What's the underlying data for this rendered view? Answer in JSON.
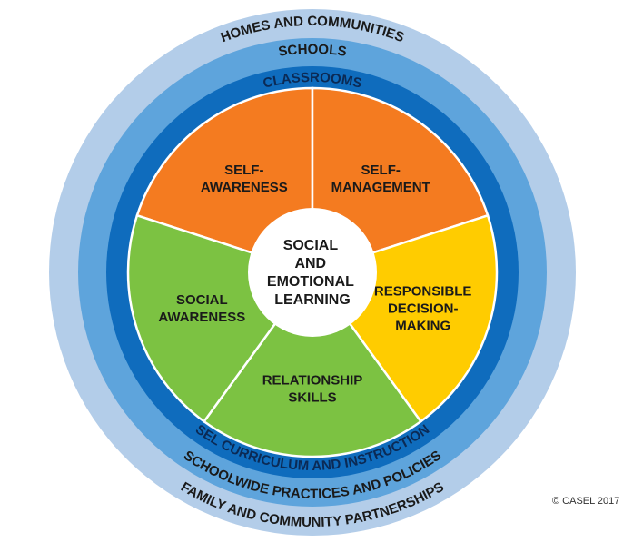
{
  "colors": {
    "outer_ring": "#b3cde9",
    "middle_ring": "#5ea4dc",
    "inner_ring": "#0f6cbd",
    "self_awareness": "#f47b20",
    "self_management": "#f47b20",
    "responsible_decision_making": "#ffcc00",
    "relationship_skills": "#7cc242",
    "social_awareness": "#7cc242",
    "center": "#ffffff"
  },
  "rings": {
    "outer": {
      "top": "HOMES AND COMMUNITIES",
      "bottom": "FAMILY AND COMMUNITY PARTNERSHIPS"
    },
    "middle": {
      "top": "SCHOOLS",
      "bottom": "SCHOOLWIDE PRACTICES AND POLICIES"
    },
    "inner": {
      "top": "CLASSROOMS",
      "bottom": "SEL CURRICULUM AND INSTRUCTION"
    }
  },
  "center": {
    "lines": [
      "SOCIAL",
      "AND",
      "EMOTIONAL",
      "LEARNING"
    ]
  },
  "competencies": [
    {
      "id": "self-awareness",
      "lines": [
        "SELF-",
        "AWARENESS"
      ]
    },
    {
      "id": "self-management",
      "lines": [
        "SELF-",
        "MANAGEMENT"
      ]
    },
    {
      "id": "responsible-decision-making",
      "lines": [
        "RESPONSIBLE",
        "DECISION-",
        "MAKING"
      ]
    },
    {
      "id": "relationship-skills",
      "lines": [
        "RELATIONSHIP",
        "SKILLS"
      ]
    },
    {
      "id": "social-awareness",
      "lines": [
        "SOCIAL",
        "AWARENESS"
      ]
    }
  ],
  "copyright": "© CASEL 2017"
}
